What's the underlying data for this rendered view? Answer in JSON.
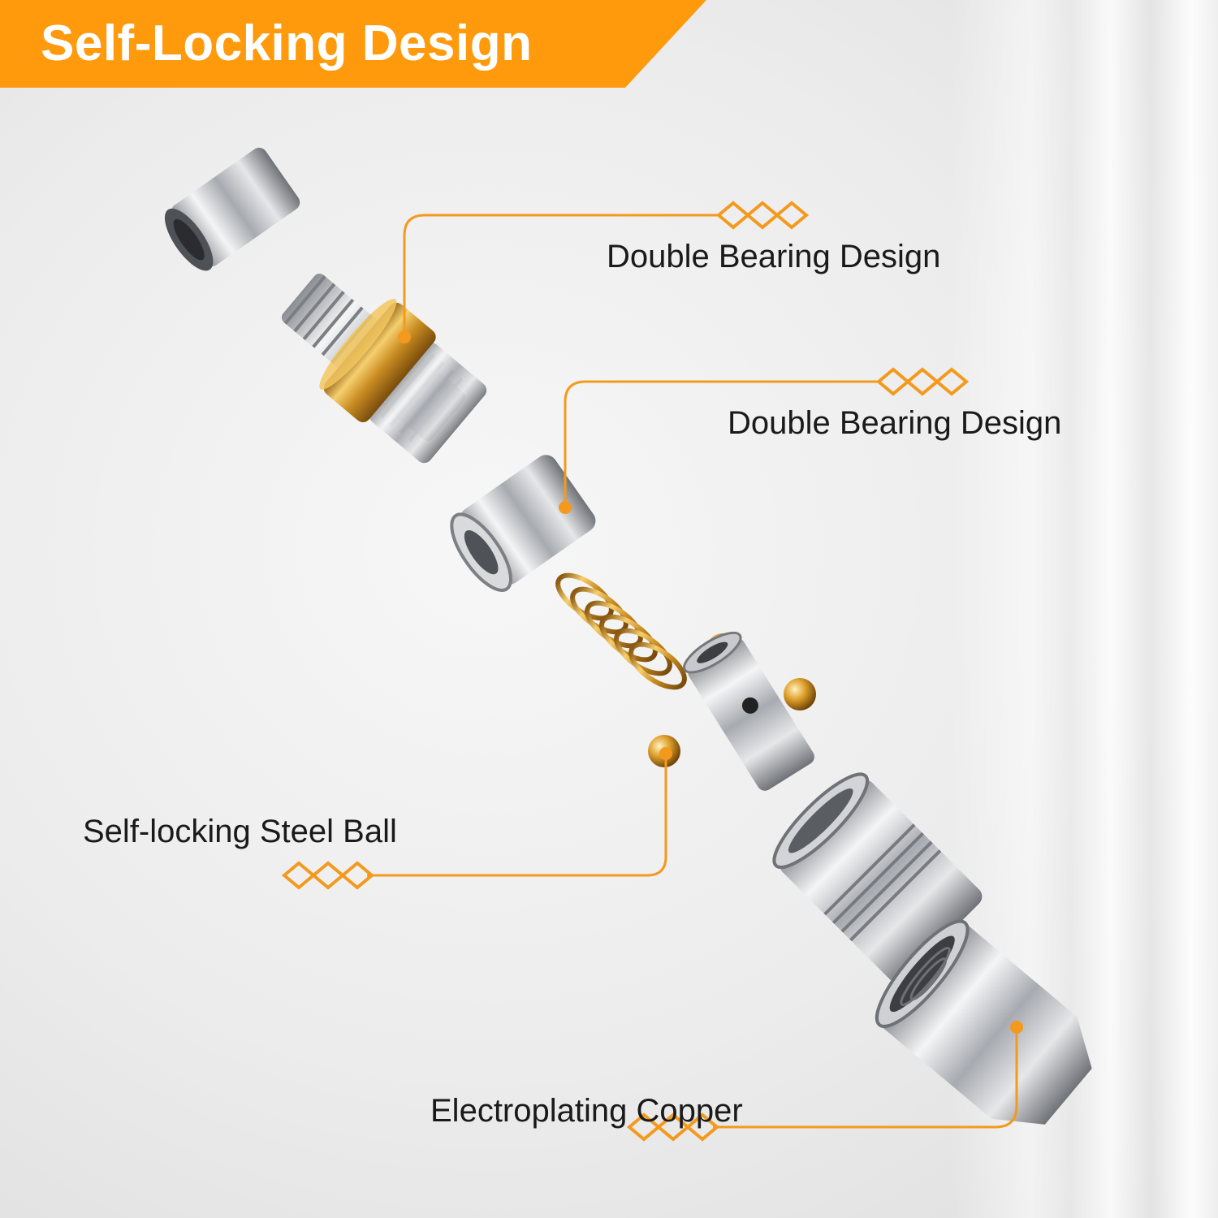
{
  "banner": {
    "title": "Self-Locking Design",
    "color": "#ff9a0d"
  },
  "accent_color": "#f39a1e",
  "callouts": [
    {
      "label": "Double Bearing Design"
    },
    {
      "label": "Double Bearing Design"
    },
    {
      "label": "Self-locking Steel Ball"
    },
    {
      "label": "Electroplating Copper"
    }
  ],
  "metal_color": "#c4c7cb",
  "gold_color": "#d19a2a"
}
